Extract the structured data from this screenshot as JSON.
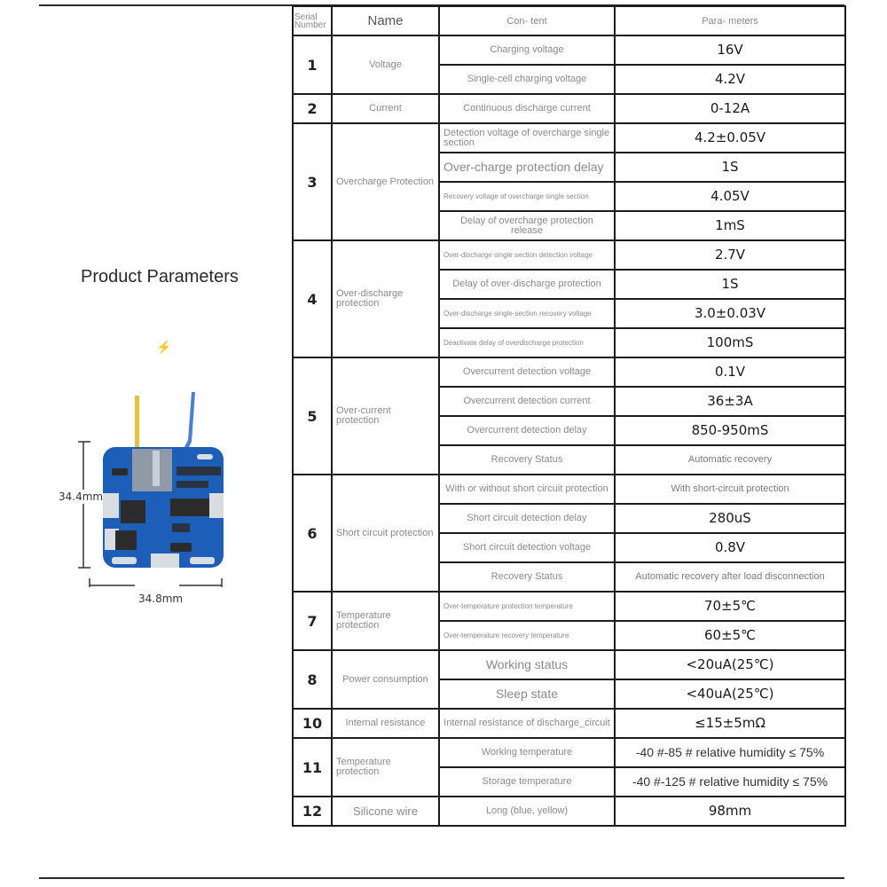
{
  "left_panel": {
    "title": "Product Parameters",
    "bolt_icon": "⚡",
    "dimensions": {
      "height": "34.4mm",
      "width": "34.8mm"
    },
    "wire_colors": {
      "yellow": "#e8c233",
      "blue": "#4a7fd6"
    },
    "pcb_color": "#1d5fb8"
  },
  "table": {
    "headers": {
      "serial": "Serial Number",
      "name": "Name",
      "content": "Con- tent",
      "parameters": "Para- meters"
    },
    "groups": [
      {
        "serial": "1",
        "name": "Voltage",
        "rows": [
          {
            "content": "Charging voltage",
            "value": "16V"
          },
          {
            "content": "Single-cell charging voltage",
            "value": "4.2V"
          }
        ]
      },
      {
        "serial": "2",
        "name": "Current",
        "rows": [
          {
            "content": "Continuous discharge current",
            "value": "0-12A"
          }
        ]
      },
      {
        "serial": "3",
        "name": "Overcharge Protection",
        "rows": [
          {
            "content": "Detection voltage of overcharge single section",
            "value": "4.2±0.05V"
          },
          {
            "content": "Over-charge protection delay",
            "value": "1S"
          },
          {
            "content": "Recovery voltage of overcharge single section",
            "value": "4.05V"
          },
          {
            "content": "Delay of overcharge protection release",
            "value": "1mS"
          }
        ]
      },
      {
        "serial": "4",
        "name": "Over-discharge protection",
        "rows": [
          {
            "content": "Over-discharge single section detection voltage",
            "value": "2.7V"
          },
          {
            "content": "Delay of over-discharge protection",
            "value": "1S"
          },
          {
            "content": "Over-discharge single-section recovery voltage",
            "value": "3.0±0.03V"
          },
          {
            "content": "Deactivate delay of overdischarge protection",
            "value": "100mS"
          }
        ]
      },
      {
        "serial": "5",
        "name": "Over-current protection",
        "rows": [
          {
            "content": "Overcurrent detection voltage",
            "value": "0.1V"
          },
          {
            "content": "Overcurrent detection current",
            "value": "36±3A"
          },
          {
            "content": "Overcurrent detection delay",
            "value": "850-950mS"
          },
          {
            "content": "Recovery Status",
            "value": "Automatic recovery"
          }
        ]
      },
      {
        "serial": "6",
        "name": "Short circuit protection",
        "rows": [
          {
            "content": "With or without short circuit protection",
            "value": "With short-circuit protection"
          },
          {
            "content": "Short circuit detection delay",
            "value": "280uS"
          },
          {
            "content": "Short circuit detection voltage",
            "value": "0.8V"
          },
          {
            "content": "Recovery Status",
            "value": "Automatic recovery after load disconnection"
          }
        ]
      },
      {
        "serial": "7",
        "name": "Temperature protection",
        "rows": [
          {
            "content": "Over-temperature protection temperature",
            "value": "70±5℃"
          },
          {
            "content": "Over-temperature recovery temperature",
            "value": "60±5℃"
          }
        ]
      },
      {
        "serial": "8",
        "name": "Power consumption",
        "rows": [
          {
            "content": "Working status",
            "value": "<20uA(25℃)"
          },
          {
            "content": "Sleep state",
            "value": "<40uA(25℃)"
          }
        ]
      },
      {
        "serial": "10",
        "name": "Internal resistance",
        "rows": [
          {
            "content": "Internal resistance of discharge_circuit",
            "value": "≤15±5mΩ"
          }
        ]
      },
      {
        "serial": "11",
        "name": "Temperature protection",
        "rows": [
          {
            "content": "Working temperature",
            "value": "-40 #-85 # relative humidity ≤ 75%"
          },
          {
            "content": "Storage temperature",
            "value": "-40 #-125 # relative humidity ≤ 75%"
          }
        ]
      },
      {
        "serial": "12",
        "name": "Silicone wire",
        "rows": [
          {
            "content": "Long (blue, yellow)",
            "value": "98mm"
          }
        ]
      }
    ]
  }
}
